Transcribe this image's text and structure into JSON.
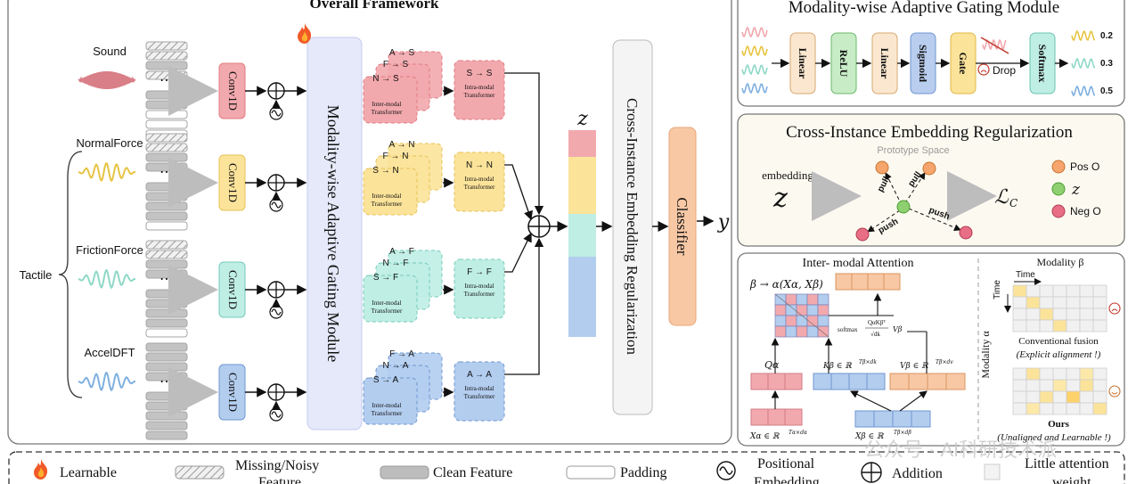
{
  "overall": {
    "title": "Overall Framework",
    "modalities": [
      {
        "name": "Sound",
        "color": "#f2a9ae",
        "pale": "#f9d2d4",
        "edge": "#e07b82",
        "conv": "Conv1D",
        "inter_labels": [
          "A → S",
          "F → S",
          "N → S"
        ],
        "intra_label": "S → S"
      },
      {
        "name": "NormalForce",
        "color": "#fbe39a",
        "pale": "#fdf0c2",
        "edge": "#e6c257",
        "conv": "Conv1D",
        "inter_labels": [
          "A → N",
          "F → N",
          "S → N"
        ],
        "intra_label": "N → N"
      },
      {
        "name": "FrictionForce",
        "color": "#bfeee4",
        "pale": "#dcf6f0",
        "edge": "#73cbb9",
        "conv": "Conv1D",
        "inter_labels": [
          "A → F",
          "N → F",
          "S → F"
        ],
        "intra_label": "F → F"
      },
      {
        "name": "AccelDFT",
        "color": "#b3cdef",
        "pale": "#d5e3f7",
        "edge": "#6f96cf",
        "conv": "Conv1D",
        "inter_labels": [
          "F → A",
          "N → A",
          "S → A"
        ],
        "intra_label": "A → A"
      }
    ],
    "tactile_label": "Tactile",
    "inter_caption": [
      "Inter-modal",
      "Transformer"
    ],
    "intra_caption": [
      "Intra-modal",
      "Transformer"
    ],
    "mag_label": "Modality-wise Adaptive Gating Module",
    "ceir_label": "Cross-Instance Embedding Regularization",
    "classifier_label": "Classifier",
    "z_label": "z",
    "y_label": "y",
    "ellipsis": "⋯"
  },
  "mag": {
    "title": "Modality-wise Adaptive Gating Module",
    "blocks": [
      "Linear",
      "ReLU",
      "Linear",
      "Sigmoid",
      "Gate",
      "Softmax"
    ],
    "drop_label": "Drop",
    "weights": [
      "0.2",
      "0.3",
      "0.5"
    ]
  },
  "cer": {
    "title": "Cross-Instance Embedding Regularization",
    "space_label": "Prototype Space",
    "embedding_label": "embedding",
    "z_symbol": "z",
    "loss_symbol": "ℒ",
    "loss_sub": "C",
    "pull_label": "pull",
    "push_label": "push",
    "legend": [
      "Pos O",
      "z",
      "Neg O"
    ]
  },
  "attn": {
    "title": "Inter- modal Attention",
    "beta_formula": "β → α(Xα, Xβ)",
    "q_label": "Qα",
    "k_label": "Kβ ∈ ℝ",
    "k_sup": "Tβ×dk",
    "v_label": "Vβ ∈ ℝ",
    "v_sup": "Tβ×dv",
    "xa_label": "Xα ∈ ℝ",
    "xa_sup": "Tα×dα",
    "xb_label": "Xβ ∈ ℝ",
    "xb_sup": "Tβ×dβ",
    "softmax_pre": "softmax",
    "softmax_num": "QαKβᵀ",
    "softmax_den": "√dk",
    "softmax_post": "Vβ",
    "modality_beta": "Modality β",
    "modality_alpha": "Modality α",
    "time": "Time",
    "conv_fusion": "Conventional fusion",
    "conv_note": "(Explicit alignment !)",
    "ours": "Ours",
    "ours_note": "(Unaligned and Learnable !)"
  },
  "legend": {
    "learnable": "Learnable",
    "missing": [
      "Missing/Noisy",
      "Feature"
    ],
    "clean": "Clean Feature",
    "padding": "Padding",
    "positional": [
      "Positional",
      "Embedding"
    ],
    "addition": "Addition",
    "little": [
      "Little attention",
      "weight"
    ]
  },
  "watermark": "公众号 · AI科研技术派"
}
